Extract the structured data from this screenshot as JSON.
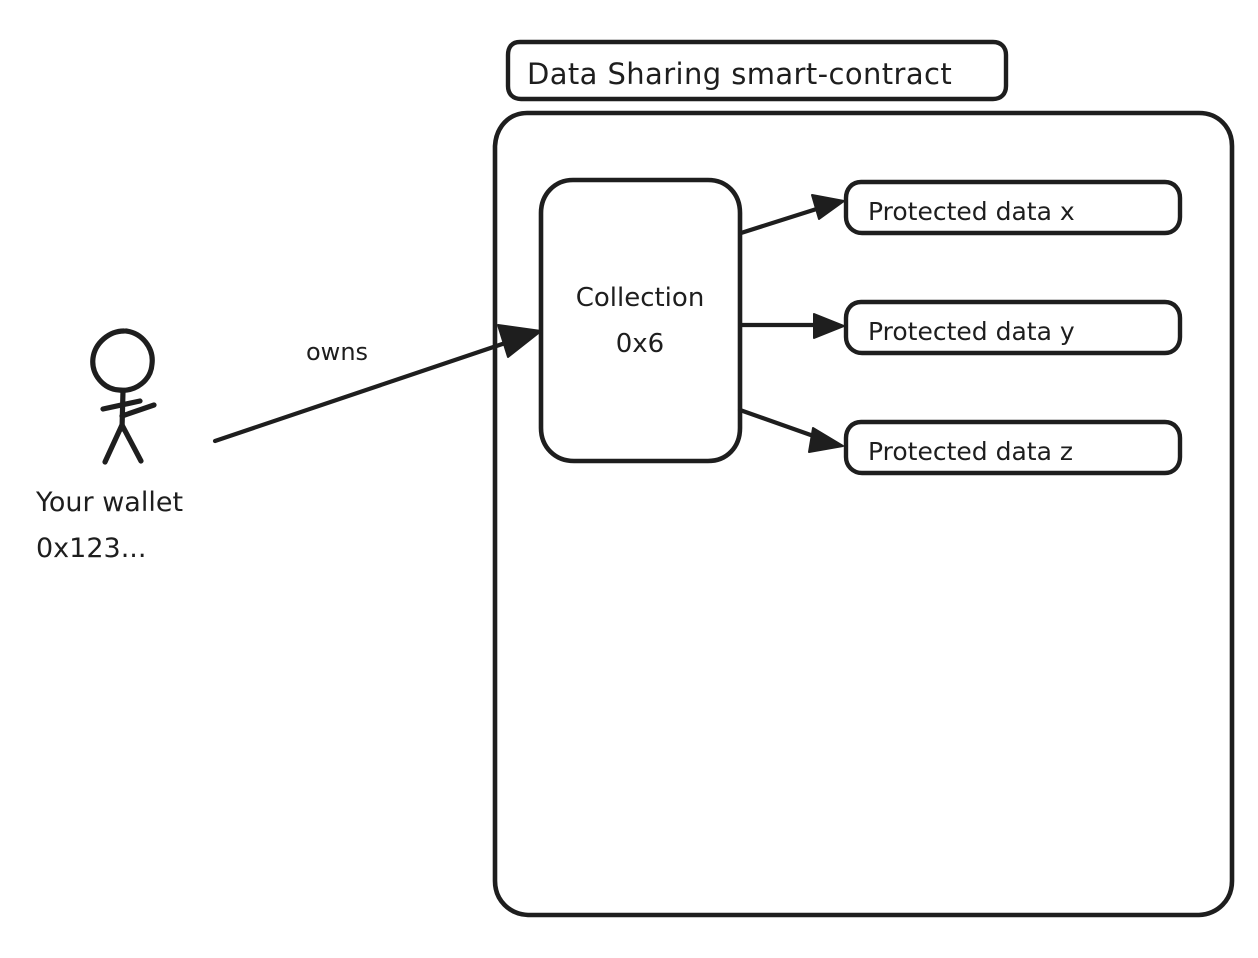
{
  "diagram": {
    "title": "Data Sharing smart-contract",
    "actor": {
      "icon": "stick-figure-person-icon",
      "label_line1": "Your wallet",
      "label_line2": "0x123..."
    },
    "relations": {
      "owns_label": "owns"
    },
    "collection": {
      "label_line1": "Collection",
      "label_line2": "0x6"
    },
    "protected_data": [
      {
        "label": "Protected data x"
      },
      {
        "label": "Protected data y"
      },
      {
        "label": "Protected data z"
      }
    ],
    "colors": {
      "stroke": "#1e1e1e",
      "background": "#ffffff",
      "fill": "#ffffff"
    }
  }
}
